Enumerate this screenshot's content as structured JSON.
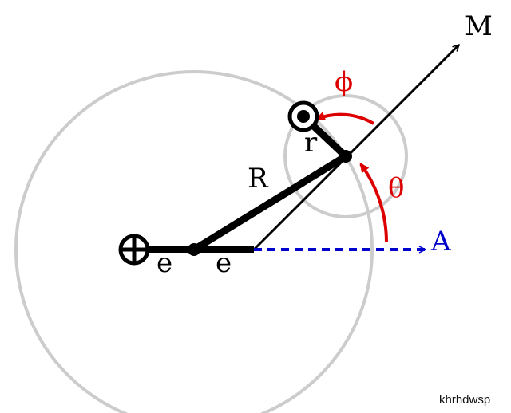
{
  "labels": {
    "M": "M",
    "A": "A",
    "phi": "ϕ",
    "theta": "θ",
    "R": "R",
    "r": "r",
    "e_left": "e",
    "e_right": "e"
  },
  "watermark": "khrhdwsp",
  "colors": {
    "circle": "#cccccc",
    "line": "#000000",
    "angle": "#dd0000",
    "dashed_axis": "#0000cc",
    "background": "#ffffff"
  },
  "icons": {
    "left_end": "circle-plus-icon",
    "top_end": "circle-dot-icon"
  }
}
